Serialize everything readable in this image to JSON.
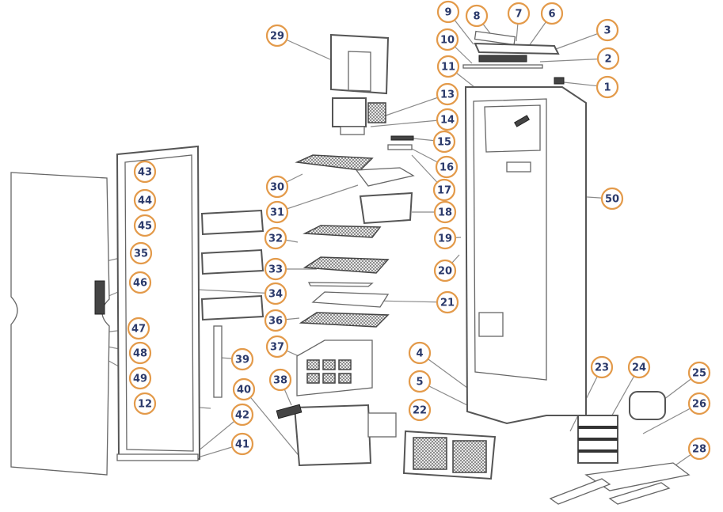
{
  "diagram": {
    "type": "exploded-parts-diagram",
    "subject": "refrigerator",
    "accent_color": "#e39a4a",
    "label_color": "#2b3a6b",
    "callouts": [
      "1",
      "2",
      "3",
      "4",
      "5",
      "6",
      "7",
      "8",
      "9",
      "10",
      "11",
      "12",
      "13",
      "14",
      "15",
      "16",
      "17",
      "18",
      "19",
      "20",
      "21",
      "22",
      "23",
      "24",
      "25",
      "26",
      "28",
      "29",
      "30",
      "31",
      "32",
      "33",
      "34",
      "35",
      "36",
      "37",
      "38",
      "39",
      "40",
      "41",
      "42",
      "43",
      "44",
      "45",
      "46",
      "47",
      "48",
      "49",
      "50"
    ]
  }
}
